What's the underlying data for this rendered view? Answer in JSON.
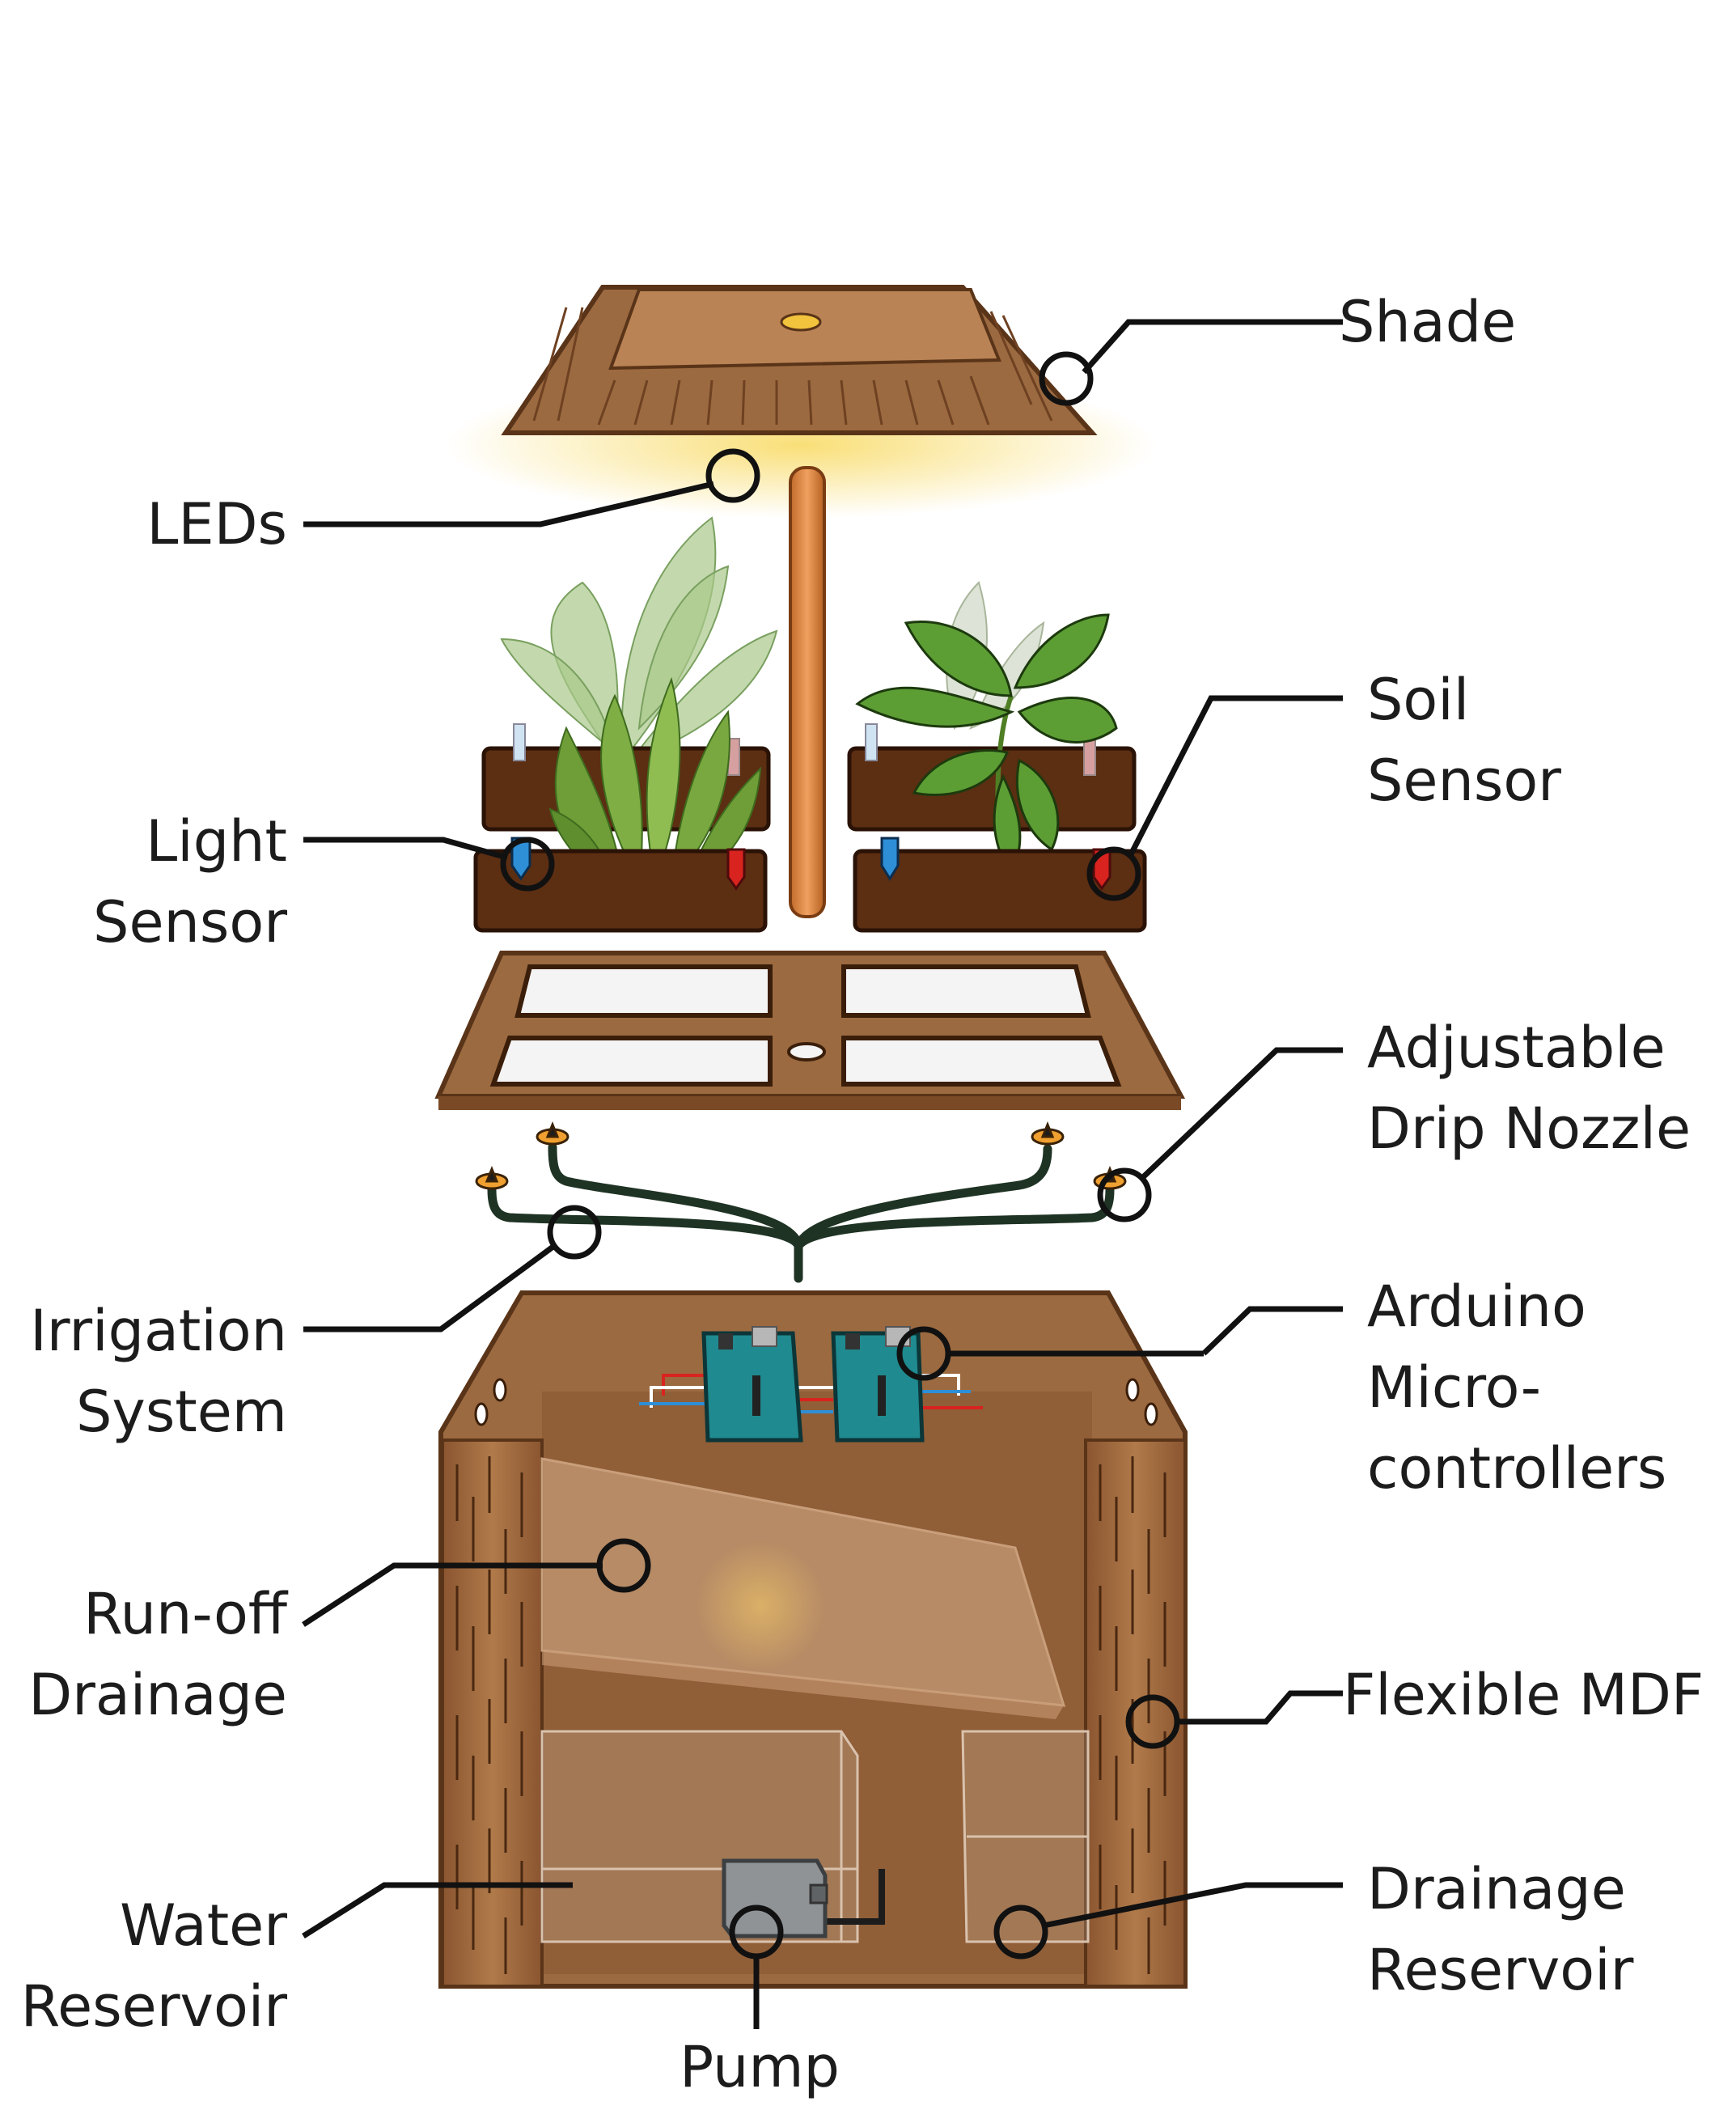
{
  "labels": {
    "shade": "Shade",
    "leds": "LEDs",
    "soil_sensor": [
      "Soil",
      "Sensor"
    ],
    "light_sensor": [
      "Light",
      "Sensor"
    ],
    "drip_nozzle": [
      "Adjustable",
      "Drip Nozzle"
    ],
    "irrigation": [
      "Irrigation",
      "System"
    ],
    "arduino": [
      "Arduino",
      "Micro-",
      "controllers"
    ],
    "runoff": [
      "Run-off",
      "Drainage"
    ],
    "mdf": "Flexible MDF",
    "water_reservoir": [
      "Water",
      "Reservoir"
    ],
    "drainage_reservoir": [
      "Drainage",
      "Reservoir"
    ],
    "pump": "Pump"
  },
  "colors": {
    "wood": "#9a6238",
    "wood_dark": "#6e4122",
    "wood_light": "#b98050",
    "soil": "#5c2e12",
    "led_glow": "#f7d44a",
    "plant_dark": "#4f8a2a",
    "plant_light": "#a9c98a",
    "board": "#1f8a8f",
    "sensor_blue": "#2e8fd6",
    "sensor_red": "#d8231f",
    "callout": "#111111"
  }
}
